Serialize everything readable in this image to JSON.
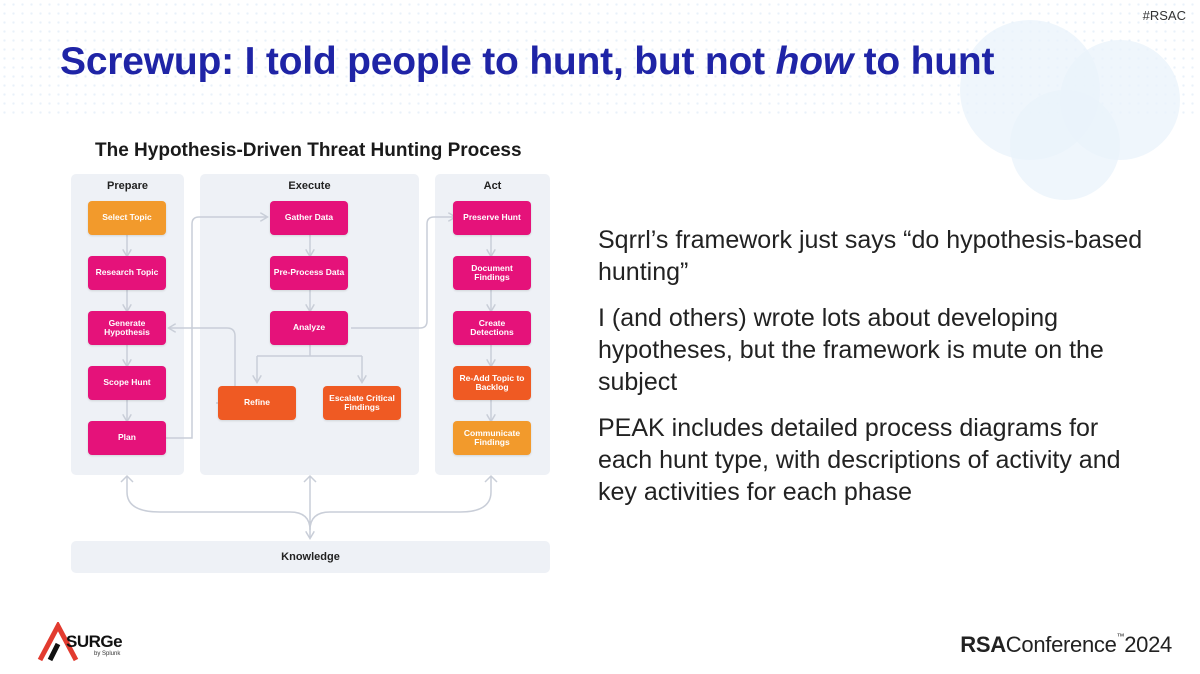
{
  "slide": {
    "hashtag": "#RSAC",
    "title_part1": "Screwup: I told people to hunt, but not ",
    "title_emphasis": "how",
    "title_part2": " to hunt"
  },
  "diagram": {
    "title": "The Hypothesis-Driven Threat Hunting Process",
    "phases": [
      {
        "label": "Prepare",
        "steps": [
          "Select Topic",
          "Research Topic",
          "Generate Hypothesis",
          "Scope Hunt",
          "Plan"
        ]
      },
      {
        "label": "Execute",
        "steps": [
          "Gather Data",
          "Pre-Process Data",
          "Analyze"
        ],
        "outcomes": [
          "Refine",
          "Escalate Critical Findings"
        ]
      },
      {
        "label": "Act",
        "steps": [
          "Preserve Hunt",
          "Document Findings",
          "Create Detections",
          "Re-Add Topic to Backlog",
          "Communicate Findings"
        ]
      }
    ],
    "knowledge": "Knowledge",
    "colors": {
      "primary_step": "#e5127a",
      "start_end_step": "#f29a2c",
      "outcome_step": "#ef5a23",
      "phase_bg": "#eef1f6",
      "connector": "#c9ced8"
    }
  },
  "bullets": [
    "Sqrrl’s framework just says “do hypothesis-based hunting”",
    "I (and others) wrote lots about developing hypotheses, but the framework is mute on the subject",
    "PEAK includes detailed process diagrams for each hunt type, with descriptions of activity and key activities for each phase"
  ],
  "footer": {
    "logo_text": "SURGe",
    "logo_sub": "by Splunk",
    "conference_bold": "RSA",
    "conference_rest": "Conference",
    "conference_tm": "™",
    "conference_year": "2024"
  }
}
